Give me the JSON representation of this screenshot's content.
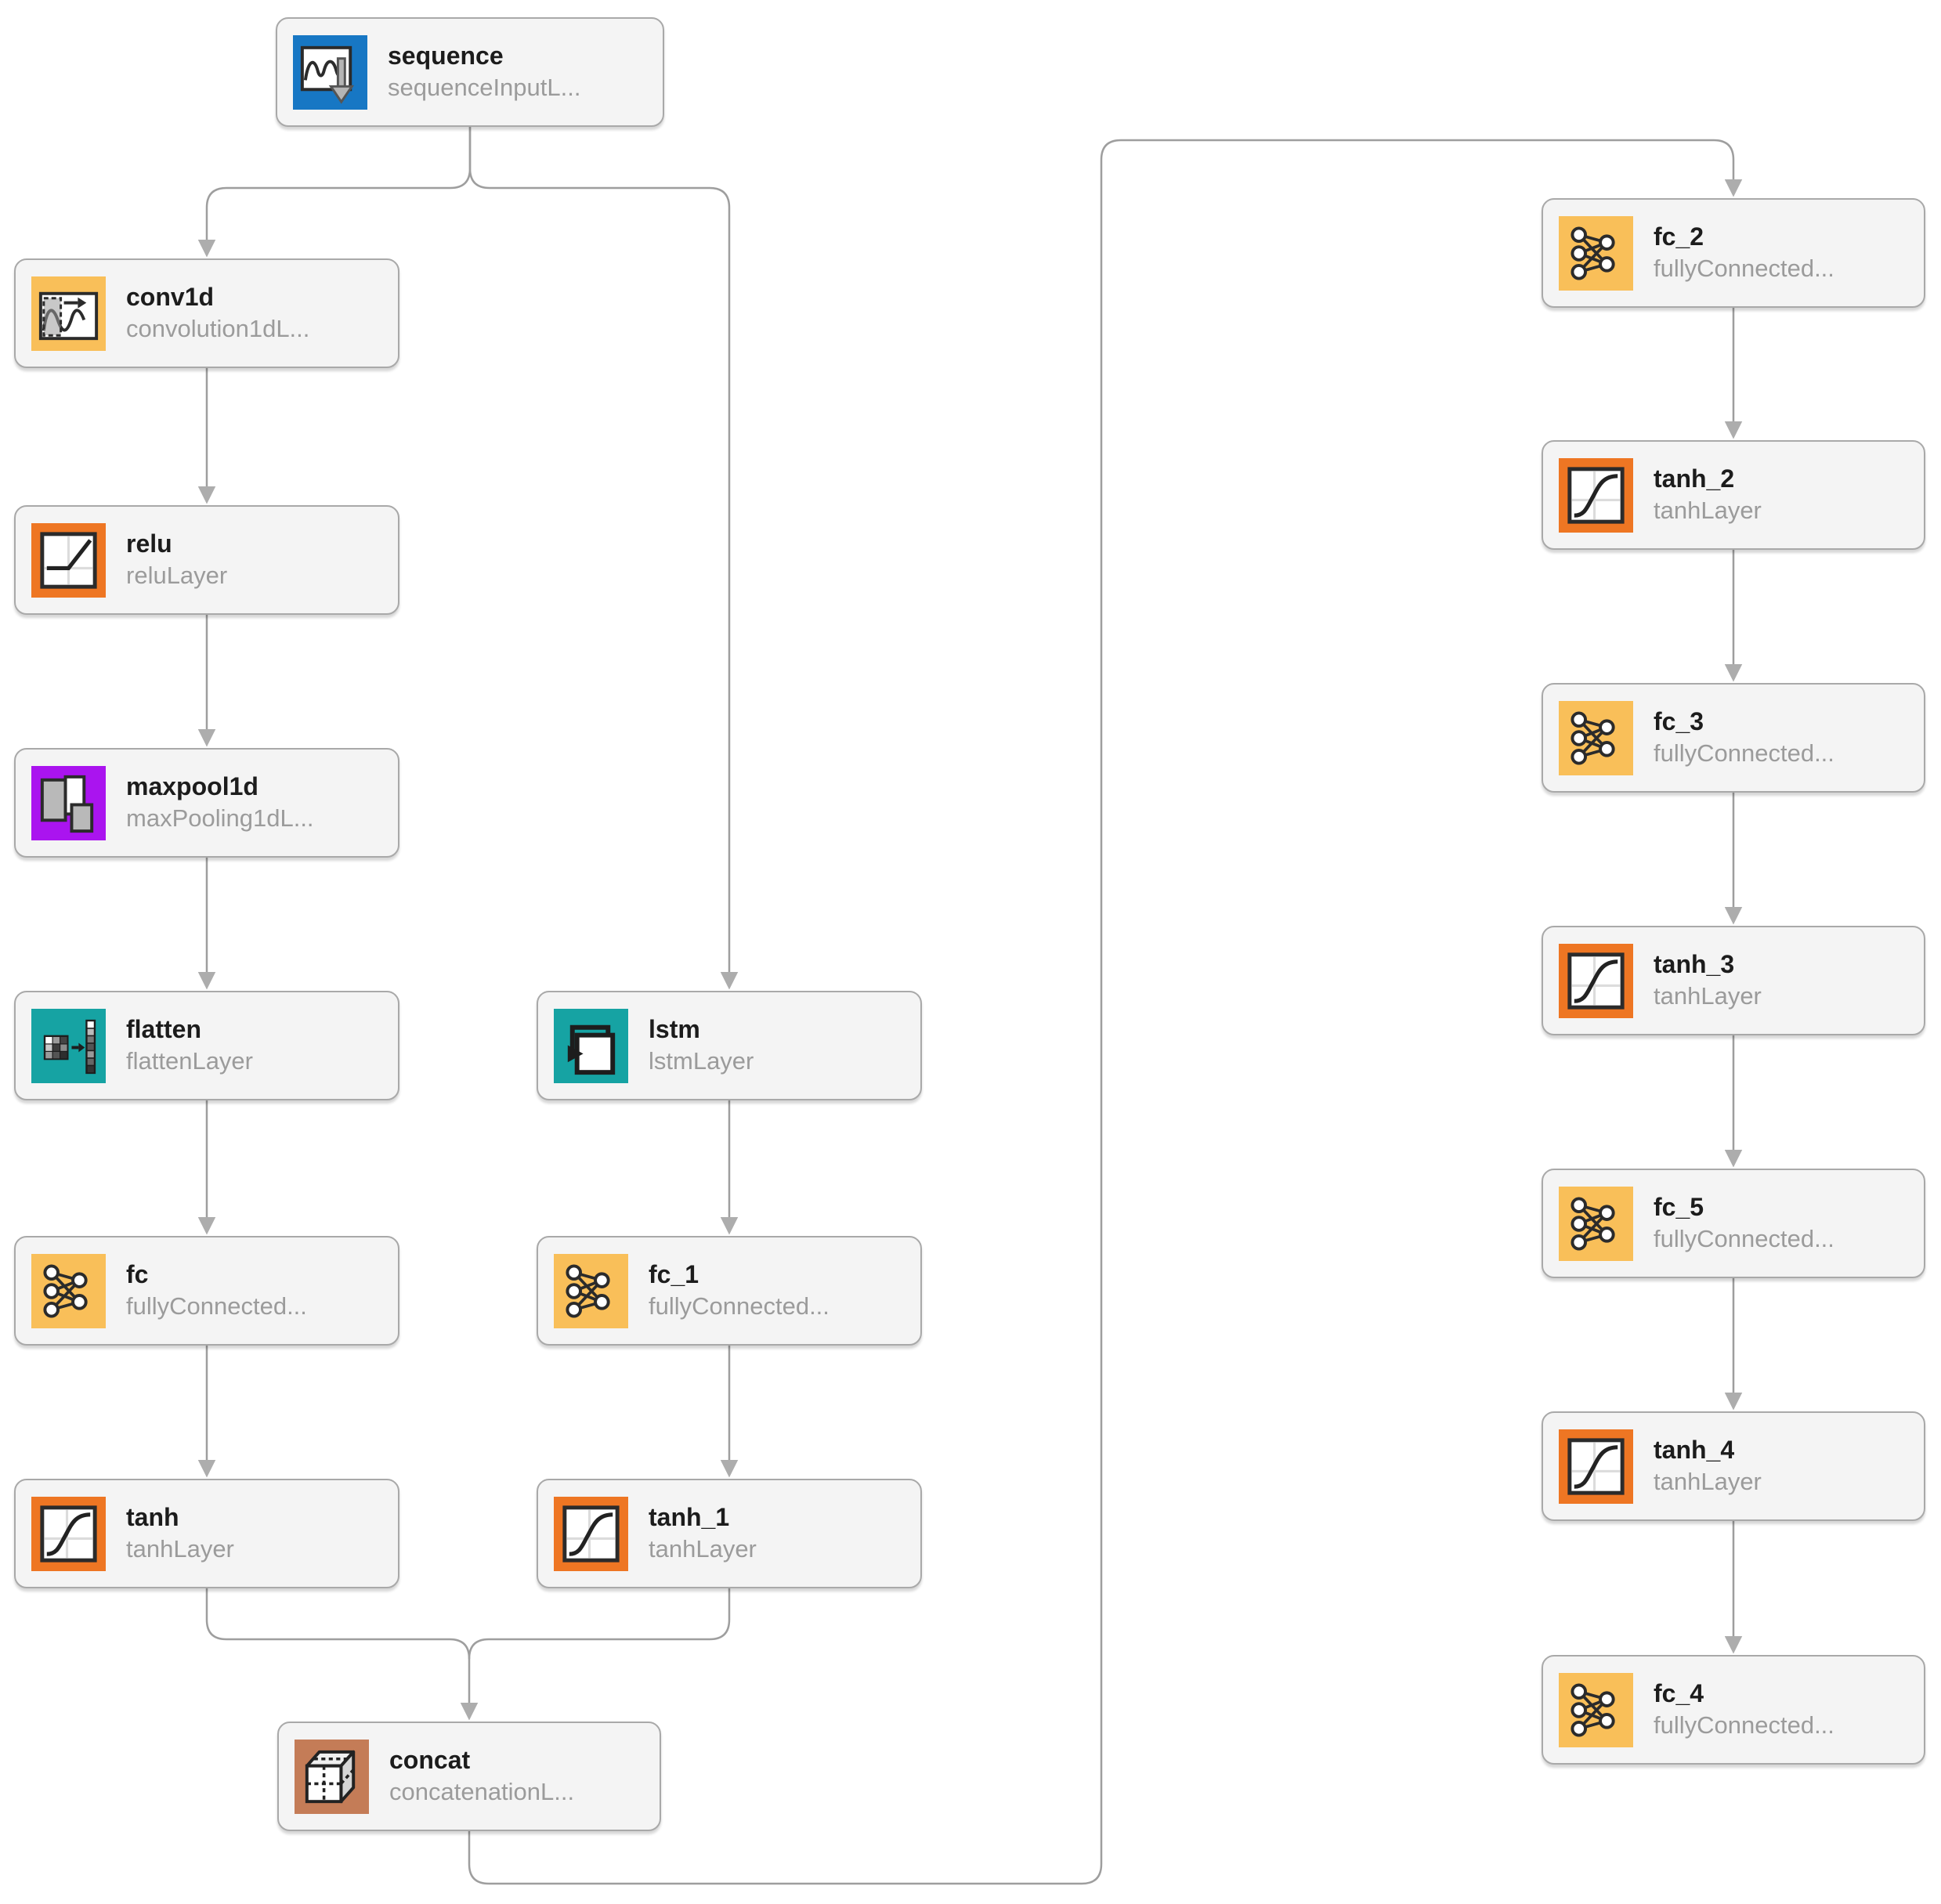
{
  "diagram": {
    "title": "Deep learning network layer graph",
    "edge_color": "#9e9e9e",
    "node_background": "#f4f4f4",
    "node_border": "#a9a9a9"
  },
  "nodes": {
    "sequence": {
      "title": "sequence",
      "subtitle": "sequenceInputL...",
      "icon": "sequence-input-icon",
      "icon_color": "#1777c4"
    },
    "conv1d": {
      "title": "conv1d",
      "subtitle": "convolution1dL...",
      "icon": "convolution1d-icon",
      "icon_color": "#f9bf59"
    },
    "relu": {
      "title": "relu",
      "subtitle": "reluLayer",
      "icon": "relu-icon",
      "icon_color": "#ee7623"
    },
    "maxpool1d": {
      "title": "maxpool1d",
      "subtitle": "maxPooling1dL...",
      "icon": "maxpooling1d-icon",
      "icon_color": "#aa14ef"
    },
    "flatten": {
      "title": "flatten",
      "subtitle": "flattenLayer",
      "icon": "flatten-icon",
      "icon_color": "#16a3a3"
    },
    "fc": {
      "title": "fc",
      "subtitle": "fullyConnected...",
      "icon": "fully-connected-icon",
      "icon_color": "#f9bf59"
    },
    "tanh": {
      "title": "tanh",
      "subtitle": "tanhLayer",
      "icon": "tanh-icon",
      "icon_color": "#ee7623"
    },
    "lstm": {
      "title": "lstm",
      "subtitle": "lstmLayer",
      "icon": "lstm-icon",
      "icon_color": "#16a3a3"
    },
    "fc_1": {
      "title": "fc_1",
      "subtitle": "fullyConnected...",
      "icon": "fully-connected-icon",
      "icon_color": "#f9bf59"
    },
    "tanh_1": {
      "title": "tanh_1",
      "subtitle": "tanhLayer",
      "icon": "tanh-icon",
      "icon_color": "#ee7623"
    },
    "concat": {
      "title": "concat",
      "subtitle": "concatenationL...",
      "icon": "concatenation-icon",
      "icon_color": "#c47c57"
    },
    "fc_2": {
      "title": "fc_2",
      "subtitle": "fullyConnected...",
      "icon": "fully-connected-icon",
      "icon_color": "#f9bf59"
    },
    "tanh_2": {
      "title": "tanh_2",
      "subtitle": "tanhLayer",
      "icon": "tanh-icon",
      "icon_color": "#ee7623"
    },
    "fc_3": {
      "title": "fc_3",
      "subtitle": "fullyConnected...",
      "icon": "fully-connected-icon",
      "icon_color": "#f9bf59"
    },
    "tanh_3": {
      "title": "tanh_3",
      "subtitle": "tanhLayer",
      "icon": "tanh-icon",
      "icon_color": "#ee7623"
    },
    "fc_5": {
      "title": "fc_5",
      "subtitle": "fullyConnected...",
      "icon": "fully-connected-icon",
      "icon_color": "#f9bf59"
    },
    "tanh_4": {
      "title": "tanh_4",
      "subtitle": "tanhLayer",
      "icon": "tanh-icon",
      "icon_color": "#ee7623"
    },
    "fc_4": {
      "title": "fc_4",
      "subtitle": "fullyConnected...",
      "icon": "fully-connected-icon",
      "icon_color": "#f9bf59"
    }
  },
  "connections": [
    {
      "from": "sequence",
      "to": "conv1d"
    },
    {
      "from": "sequence",
      "to": "lstm"
    },
    {
      "from": "conv1d",
      "to": "relu"
    },
    {
      "from": "relu",
      "to": "maxpool1d"
    },
    {
      "from": "maxpool1d",
      "to": "flatten"
    },
    {
      "from": "flatten",
      "to": "fc"
    },
    {
      "from": "fc",
      "to": "tanh"
    },
    {
      "from": "lstm",
      "to": "fc_1"
    },
    {
      "from": "fc_1",
      "to": "tanh_1"
    },
    {
      "from": "tanh",
      "to": "concat"
    },
    {
      "from": "tanh_1",
      "to": "concat"
    },
    {
      "from": "concat",
      "to": "fc_2"
    },
    {
      "from": "fc_2",
      "to": "tanh_2"
    },
    {
      "from": "tanh_2",
      "to": "fc_3"
    },
    {
      "from": "fc_3",
      "to": "tanh_3"
    },
    {
      "from": "tanh_3",
      "to": "fc_5"
    },
    {
      "from": "fc_5",
      "to": "tanh_4"
    },
    {
      "from": "tanh_4",
      "to": "fc_4"
    }
  ]
}
